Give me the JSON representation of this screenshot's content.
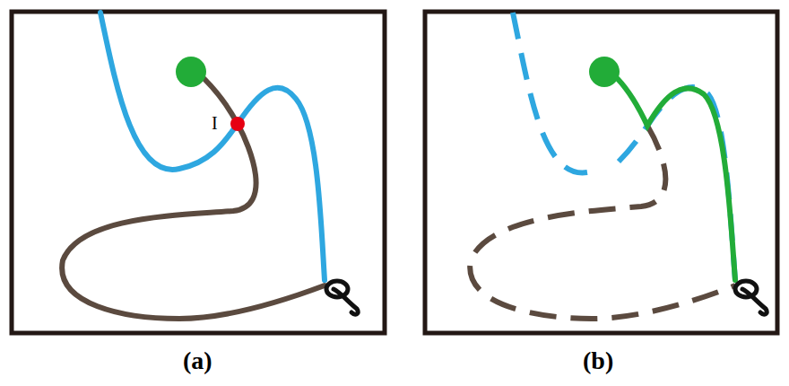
{
  "diagram": {
    "labels": [
      "I",
      "(a)",
      "(b)"
    ]
  }
}
